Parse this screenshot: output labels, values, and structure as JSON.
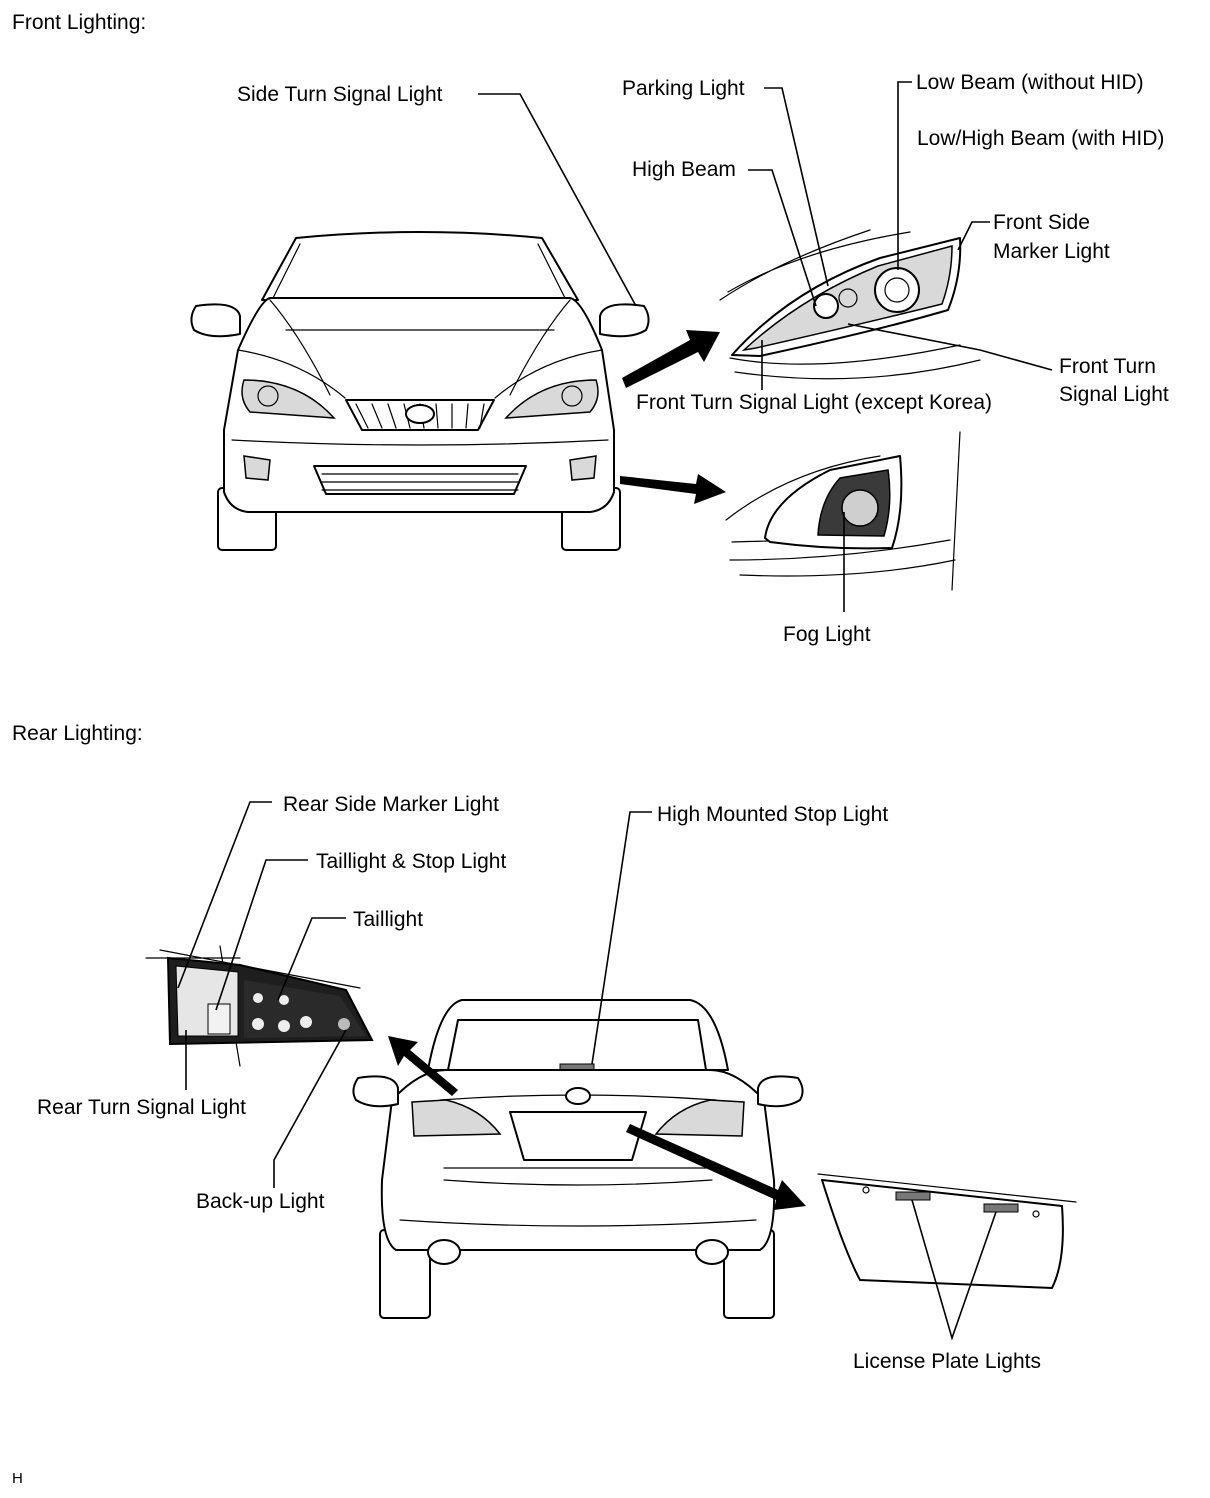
{
  "sections": {
    "front_title": "Front Lighting:",
    "rear_title": "Rear Lighting:"
  },
  "front_labels": {
    "side_turn_signal": "Side Turn Signal Light",
    "parking": "Parking Light",
    "low_beam_line1": "Low Beam (without HID)",
    "low_beam_line2": "Low/High Beam (with HID)",
    "high_beam": "High Beam",
    "front_side_marker_line1": "Front Side",
    "front_side_marker_line2": "Marker Light",
    "front_turn_line1": "Front Turn",
    "front_turn_line2": "Signal Light",
    "front_turn_except_korea": "Front Turn Signal Light (except Korea)",
    "fog": "Fog Light"
  },
  "rear_labels": {
    "rear_side_marker": "Rear Side Marker Light",
    "taillight_stop": "Taillight & Stop Light",
    "taillight": "Taillight",
    "high_mounted_stop": "High Mounted Stop Light",
    "rear_turn_signal": "Rear Turn Signal Light",
    "backup": "Back-up Light",
    "license_plate": "License Plate Lights"
  },
  "footer": {
    "code": "H"
  }
}
